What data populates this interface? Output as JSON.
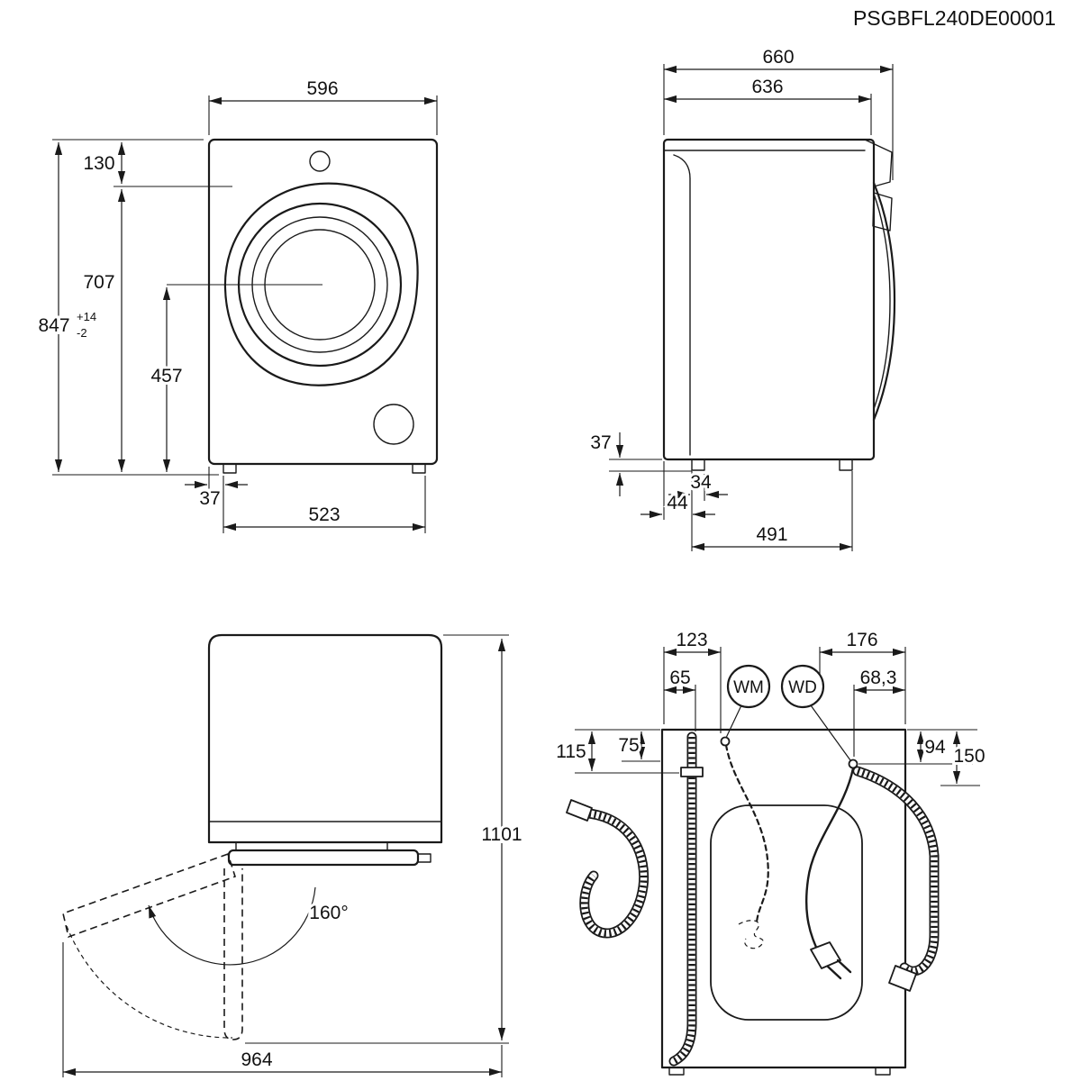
{
  "doc_id": "PSGBFL240DE00001",
  "front_view": {
    "width_top": "596",
    "top_offset": "130",
    "upper_height": "707",
    "overall_height": "847",
    "tol_plus": "+14",
    "tol_minus": "-2",
    "lower_height": "457",
    "foot_inset": "37",
    "feet_span": "523"
  },
  "side_view": {
    "overall_depth": "660",
    "body_depth": "636",
    "foot_height": "37",
    "foot_width": "34",
    "rear_offset": "44",
    "feet_span": "491"
  },
  "door_view": {
    "total_height": "1101",
    "total_depth": "964",
    "angle": "160°"
  },
  "rear_view": {
    "wm": "WM",
    "wd": "WD",
    "cord_offset_x": "123",
    "drain_offset_x": "65",
    "right_span_x": "176",
    "inlet_offset_x": "68,3",
    "drain_drop": "115",
    "cord_drop": "75",
    "wd_drop": "94",
    "inlet_drop": "150"
  }
}
